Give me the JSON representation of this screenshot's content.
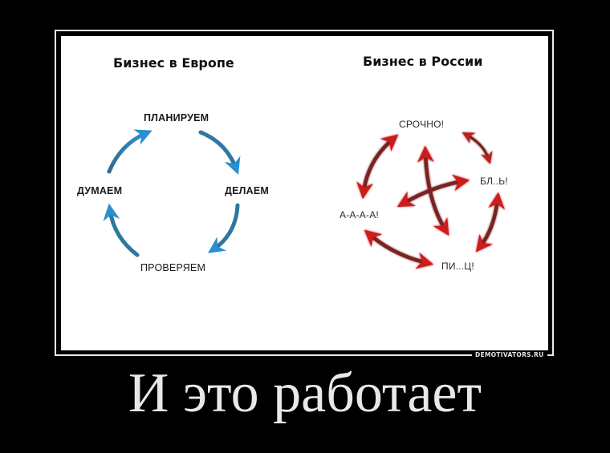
{
  "poster": {
    "left_title": "Бизнес в Европе",
    "right_title": "Бизнес в России",
    "caption": "И это работает",
    "watermark": "DEMOTIVATORS.RU"
  },
  "europe_cycle": {
    "labels": {
      "top": "ПЛАНИРУЕМ",
      "right": "ДЕЛАЕМ",
      "bottom": "ПРОВЕРЯЕМ",
      "left": "ДУМАЕМ"
    },
    "arrow_color_tail": "#2f6c8a",
    "arrow_color_head": "#2a8fd0",
    "arrows": [
      {
        "from": "ДУМАЕМ",
        "to": "ПЛАНИРУЕМ",
        "direction": "one-way"
      },
      {
        "from": "ПЛАНИРУЕМ",
        "to": "ДЕЛАЕМ",
        "direction": "one-way"
      },
      {
        "from": "ДЕЛАЕМ",
        "to": "ПРОВЕРЯЕМ",
        "direction": "one-way"
      },
      {
        "from": "ПРОВЕРЯЕМ",
        "to": "ДУМАЕМ",
        "direction": "one-way"
      }
    ]
  },
  "russia_chaos": {
    "labels": {
      "top": "СРОЧНО!",
      "right": "БЛ..Ь!",
      "bottom": "ПИ...Ц!",
      "left": "А-А-А-А!"
    },
    "arrow_shaft_color": "#7a2222",
    "arrow_head_color": "#cc1a1c",
    "arrows": [
      {
        "between": [
          "СРОЧНО!",
          "А-А-А-А!"
        ],
        "direction": "two-way"
      },
      {
        "between": [
          "СРОЧНО!",
          "БЛ..Ь!"
        ],
        "direction": "two-way"
      },
      {
        "between": [
          "БЛ..Ь!",
          "ПИ...Ц!"
        ],
        "direction": "two-way"
      },
      {
        "between": [
          "А-А-А-А!",
          "ПИ...Ц!"
        ],
        "direction": "two-way"
      },
      {
        "between": [
          "center-top",
          "center-bottom"
        ],
        "direction": "two-way"
      },
      {
        "between": [
          "center-left",
          "center-right"
        ],
        "direction": "two-way"
      }
    ]
  }
}
